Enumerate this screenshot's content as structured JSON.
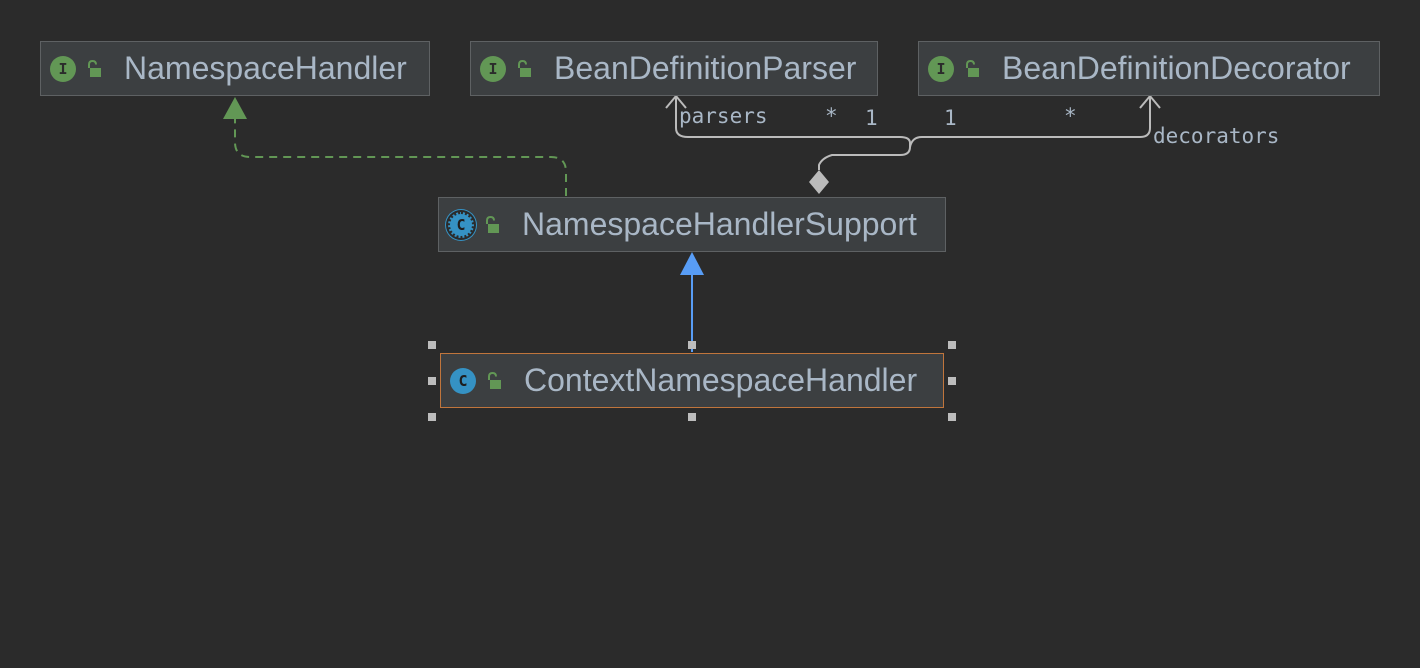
{
  "nodes": {
    "namespace_handler": {
      "label": "NamespaceHandler",
      "kind": "interface",
      "badge": "I"
    },
    "bean_definition_parser": {
      "label": "BeanDefinitionParser",
      "kind": "interface",
      "badge": "I"
    },
    "bean_definition_decorator": {
      "label": "BeanDefinitionDecorator",
      "kind": "interface",
      "badge": "I"
    },
    "namespace_handler_support": {
      "label": "NamespaceHandlerSupport",
      "kind": "abstract-class",
      "badge": "C"
    },
    "context_namespace_handler": {
      "label": "ContextNamespaceHandler",
      "kind": "class",
      "badge": "C",
      "selected": true
    }
  },
  "associations": {
    "parsers": {
      "role": "parsers",
      "source_multiplicity": "1",
      "target_multiplicity": "*"
    },
    "decorators": {
      "role": "decorators",
      "source_multiplicity": "1",
      "target_multiplicity": "*"
    }
  },
  "colors": {
    "background": "#2b2b2b",
    "node_fill": "#3c3f41",
    "node_border": "#5e6163",
    "selected_border": "#c0753c",
    "text": "#a9b7c6",
    "interface_badge": "#629755",
    "class_badge": "#3592c4",
    "implements_edge": "#629755",
    "extends_edge": "#589df6",
    "association_edge": "#bbbbbb"
  },
  "icons": {
    "visibility": "unlocked-padlock-icon"
  }
}
